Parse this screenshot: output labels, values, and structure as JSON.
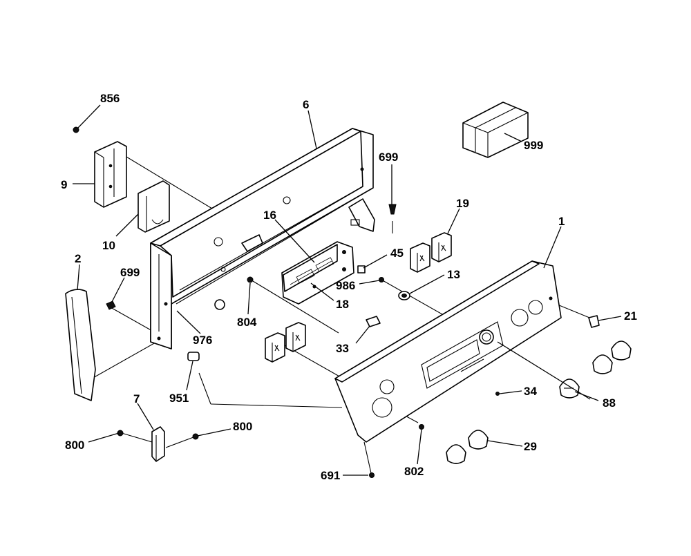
{
  "callouts": {
    "c856": "856",
    "c9": "9",
    "c10": "10",
    "c6": "6",
    "c699_top": "699",
    "c19": "19",
    "c1": "1",
    "c999": "999",
    "c16": "16",
    "c45": "45",
    "c986": "986",
    "c13": "13",
    "c18": "18",
    "c2": "2",
    "c699_left": "699",
    "c804": "804",
    "c976": "976",
    "c33": "33",
    "c21": "21",
    "c951": "951",
    "c34": "34",
    "c88": "88",
    "c7": "7",
    "c800_left": "800",
    "c800_right": "800",
    "c29": "29",
    "c802": "802",
    "c691": "691"
  }
}
